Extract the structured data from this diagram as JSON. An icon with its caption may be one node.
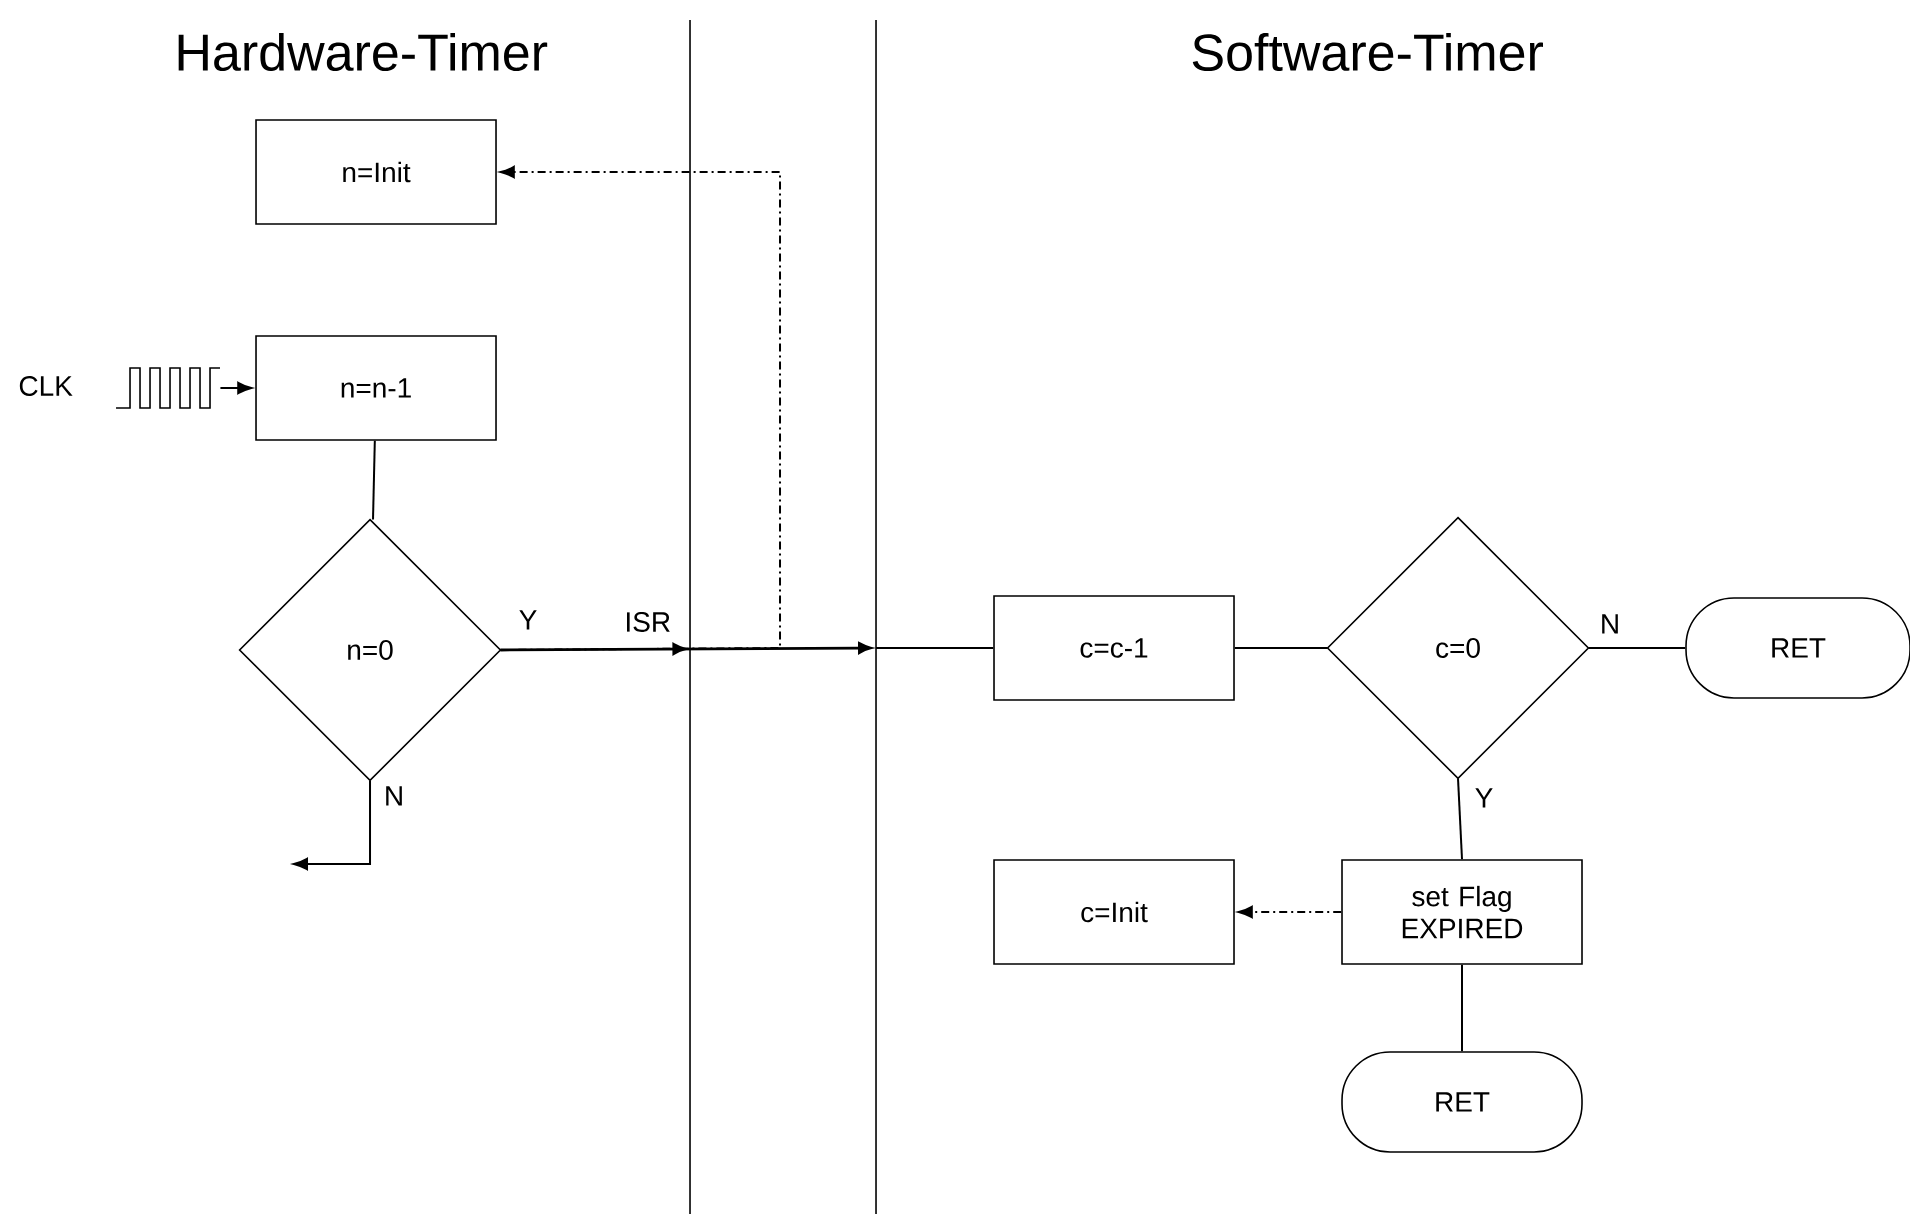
{
  "diagram": {
    "nodes": [
      {
        "text": [
          "n=Init"
        ]
      },
      {
        "text": [
          "n=n-1"
        ]
      },
      {
        "text": [
          "n=0"
        ]
      },
      {
        "text": [
          "c=c-1"
        ]
      },
      {
        "text": [
          "c=0"
        ]
      },
      {
        "text": [
          "RET"
        ]
      },
      {
        "text": [
          "set Flag EXPIRED"
        ]
      },
      {
        "text": [
          "c=Init"
        ]
      },
      {
        "text": [
          "RET"
        ]
      },
      {
        "text": [],
        "shape": "picture"
      }
    ],
    "edges": [
      {
        "from": 1,
        "to": 2,
        "arrow": "none"
      },
      {
        "from": 2,
        "to": null,
        "arrow": "to",
        "label": "Y"
      },
      {
        "from": 2,
        "to": 0,
        "arrow": "to",
        "style": "dashed"
      },
      {
        "from": 2,
        "to": null,
        "arrow": "to",
        "label": "N"
      },
      {
        "from": 3,
        "to": 4,
        "arrow": "none"
      },
      {
        "from": 4,
        "to": 5,
        "arrow": "none",
        "label": "N"
      },
      {
        "from": 4,
        "to": 6,
        "arrow": "none",
        "label": "Y"
      },
      {
        "from": 6,
        "to": 7,
        "arrow": "to",
        "style": "dashed"
      },
      {
        "from": 6,
        "to": 8,
        "arrow": "none"
      },
      {
        "from": 9,
        "to": 1,
        "arrow": "to"
      },
      {
        "from": null,
        "to": 3,
        "arrow": "none"
      }
    ],
    "labels": [
      "Hardware-Timer",
      "Software-Timer",
      "CLK",
      "ISR"
    ]
  }
}
